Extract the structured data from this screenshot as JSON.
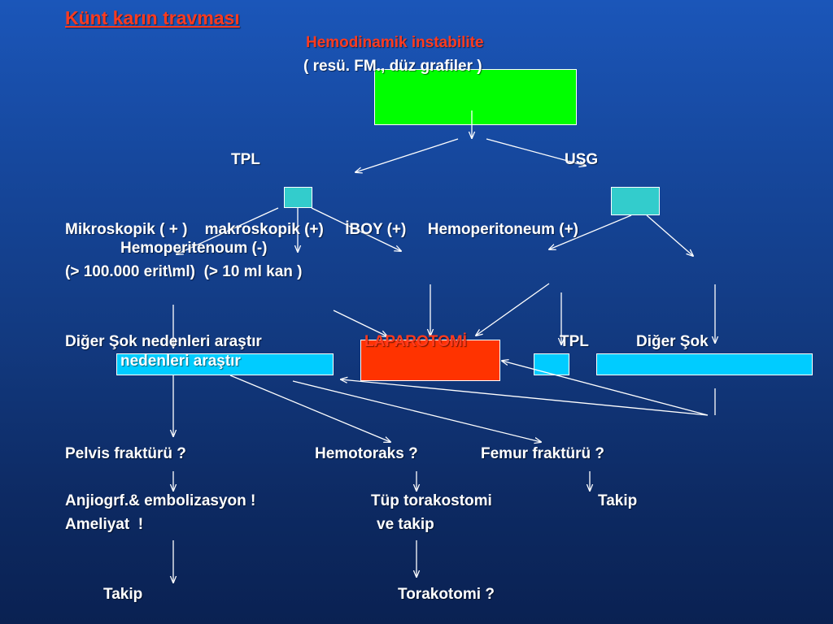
{
  "slide": {
    "title": "Künt karın travması",
    "subtitle": "Hemodinamik instabilite",
    "workup": "( resü. FM., düz grafiler )",
    "tpl": "TPL",
    "usg": "USG",
    "row_findings": "Mikroskopik ( + )    makroskopik (+)     İBOY (+)     Hemoperitoneum (+)",
    "hemoperitoneum_cont": "Hemoperitenoum (-)",
    "thresholds": "(> 100.000 erit\\ml)  (> 10 ml kan )",
    "other_shock_left": "Diğer Şok nedenleri araştır",
    "other_shock_left_cont": "nedenleri araştır",
    "laparotomy": "LAPAROTOMİ",
    "tpl_repeat": "TPL",
    "other_shock_right": "Diğer Şok",
    "pelvis": "Pelvis fraktürü ?",
    "hemothorax": "Hemotoraks ?",
    "femur": "Femur fraktürü ?",
    "angio": "Anjiogrf.& embolizasyon !",
    "tube": "Tüp torakostomi",
    "follow_up_right": "Takip",
    "surgery": "Ameliyat  !",
    "tube_cont": "ve takip",
    "follow_up_left": "Takip",
    "thoracotomy": "Torakotomi ?"
  },
  "colors": {
    "background": "#16489e",
    "title_red": "#ff3b1f",
    "green_box": "#00ff00",
    "teal_box": "#33cccc",
    "cyan_box": "#00ccff",
    "laparotomy_box": "#ff3300",
    "text": "#ffffff"
  }
}
